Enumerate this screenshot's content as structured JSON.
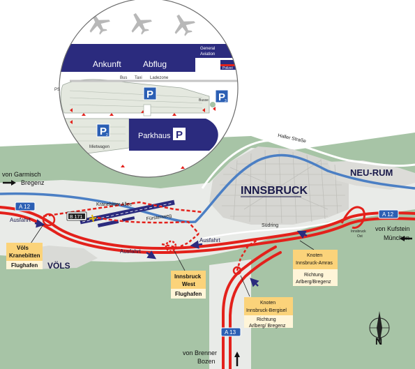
{
  "terminal": {
    "arrivals": "Ankunft",
    "departures": "Abflug",
    "general_aviation_1": "General",
    "general_aviation_2": "Aviation",
    "police": "Polizei",
    "bus": "Bus",
    "taxi": "Taxi",
    "loading_zone": "Ladezone",
    "ps": "PS",
    "parkhaus": "Parkhaus",
    "rental_cars": "Mietwagen",
    "buses": "Busse",
    "parking_symbol": "P",
    "p2_sub": "2",
    "p3_sub": "3"
  },
  "map": {
    "city": "INNSBRUCK",
    "district_neu_rum": "NEU-RUM",
    "district_voels": "VÖLS",
    "street_haller": "Haller Straße",
    "street_kranebitter": "Kranebitter Allee",
    "street_fuersten": "Fürstenweg",
    "street_suedring": "Südring",
    "label_ibk_ost_1": "Innsbruck",
    "label_ibk_ost_2": "Ost",
    "exit_label": "Ausfahrt",
    "shields": {
      "a12": "A 12",
      "b171": "B 171",
      "a13": "A 13"
    },
    "from_garmisch_1": "von Garmisch",
    "from_garmisch_2": "Bregenz",
    "from_kufstein_1": "von Kufstein",
    "from_kufstein_2": "München",
    "from_brenner_1": "von Brenner",
    "from_brenner_2": "Bozen",
    "north": "N"
  },
  "junctions": {
    "voels_1": "Völs",
    "voels_2": "Kranebitten",
    "voels_3": "Flughafen",
    "west_1": "Innsbruck",
    "west_2": "West",
    "west_3": "Flughafen",
    "amras_1": "Knoten",
    "amras_2": "Innsbruck-Amras",
    "amras_3": "Richtung",
    "amras_4": "Arlberg/Bregenz",
    "bergisel_1": "Knoten",
    "bergisel_2": "Innsbruck-Bergisel",
    "bergisel_3": "Richtung",
    "bergisel_4": "Arlberg/ Bregenz"
  },
  "colors": {
    "highway": "#e3211b",
    "navy": "#2b2b7e",
    "river": "#4b7fc4",
    "label_bg": "#fbd37a",
    "hills": "#a7c4a6",
    "valley": "#e9ebe8"
  }
}
